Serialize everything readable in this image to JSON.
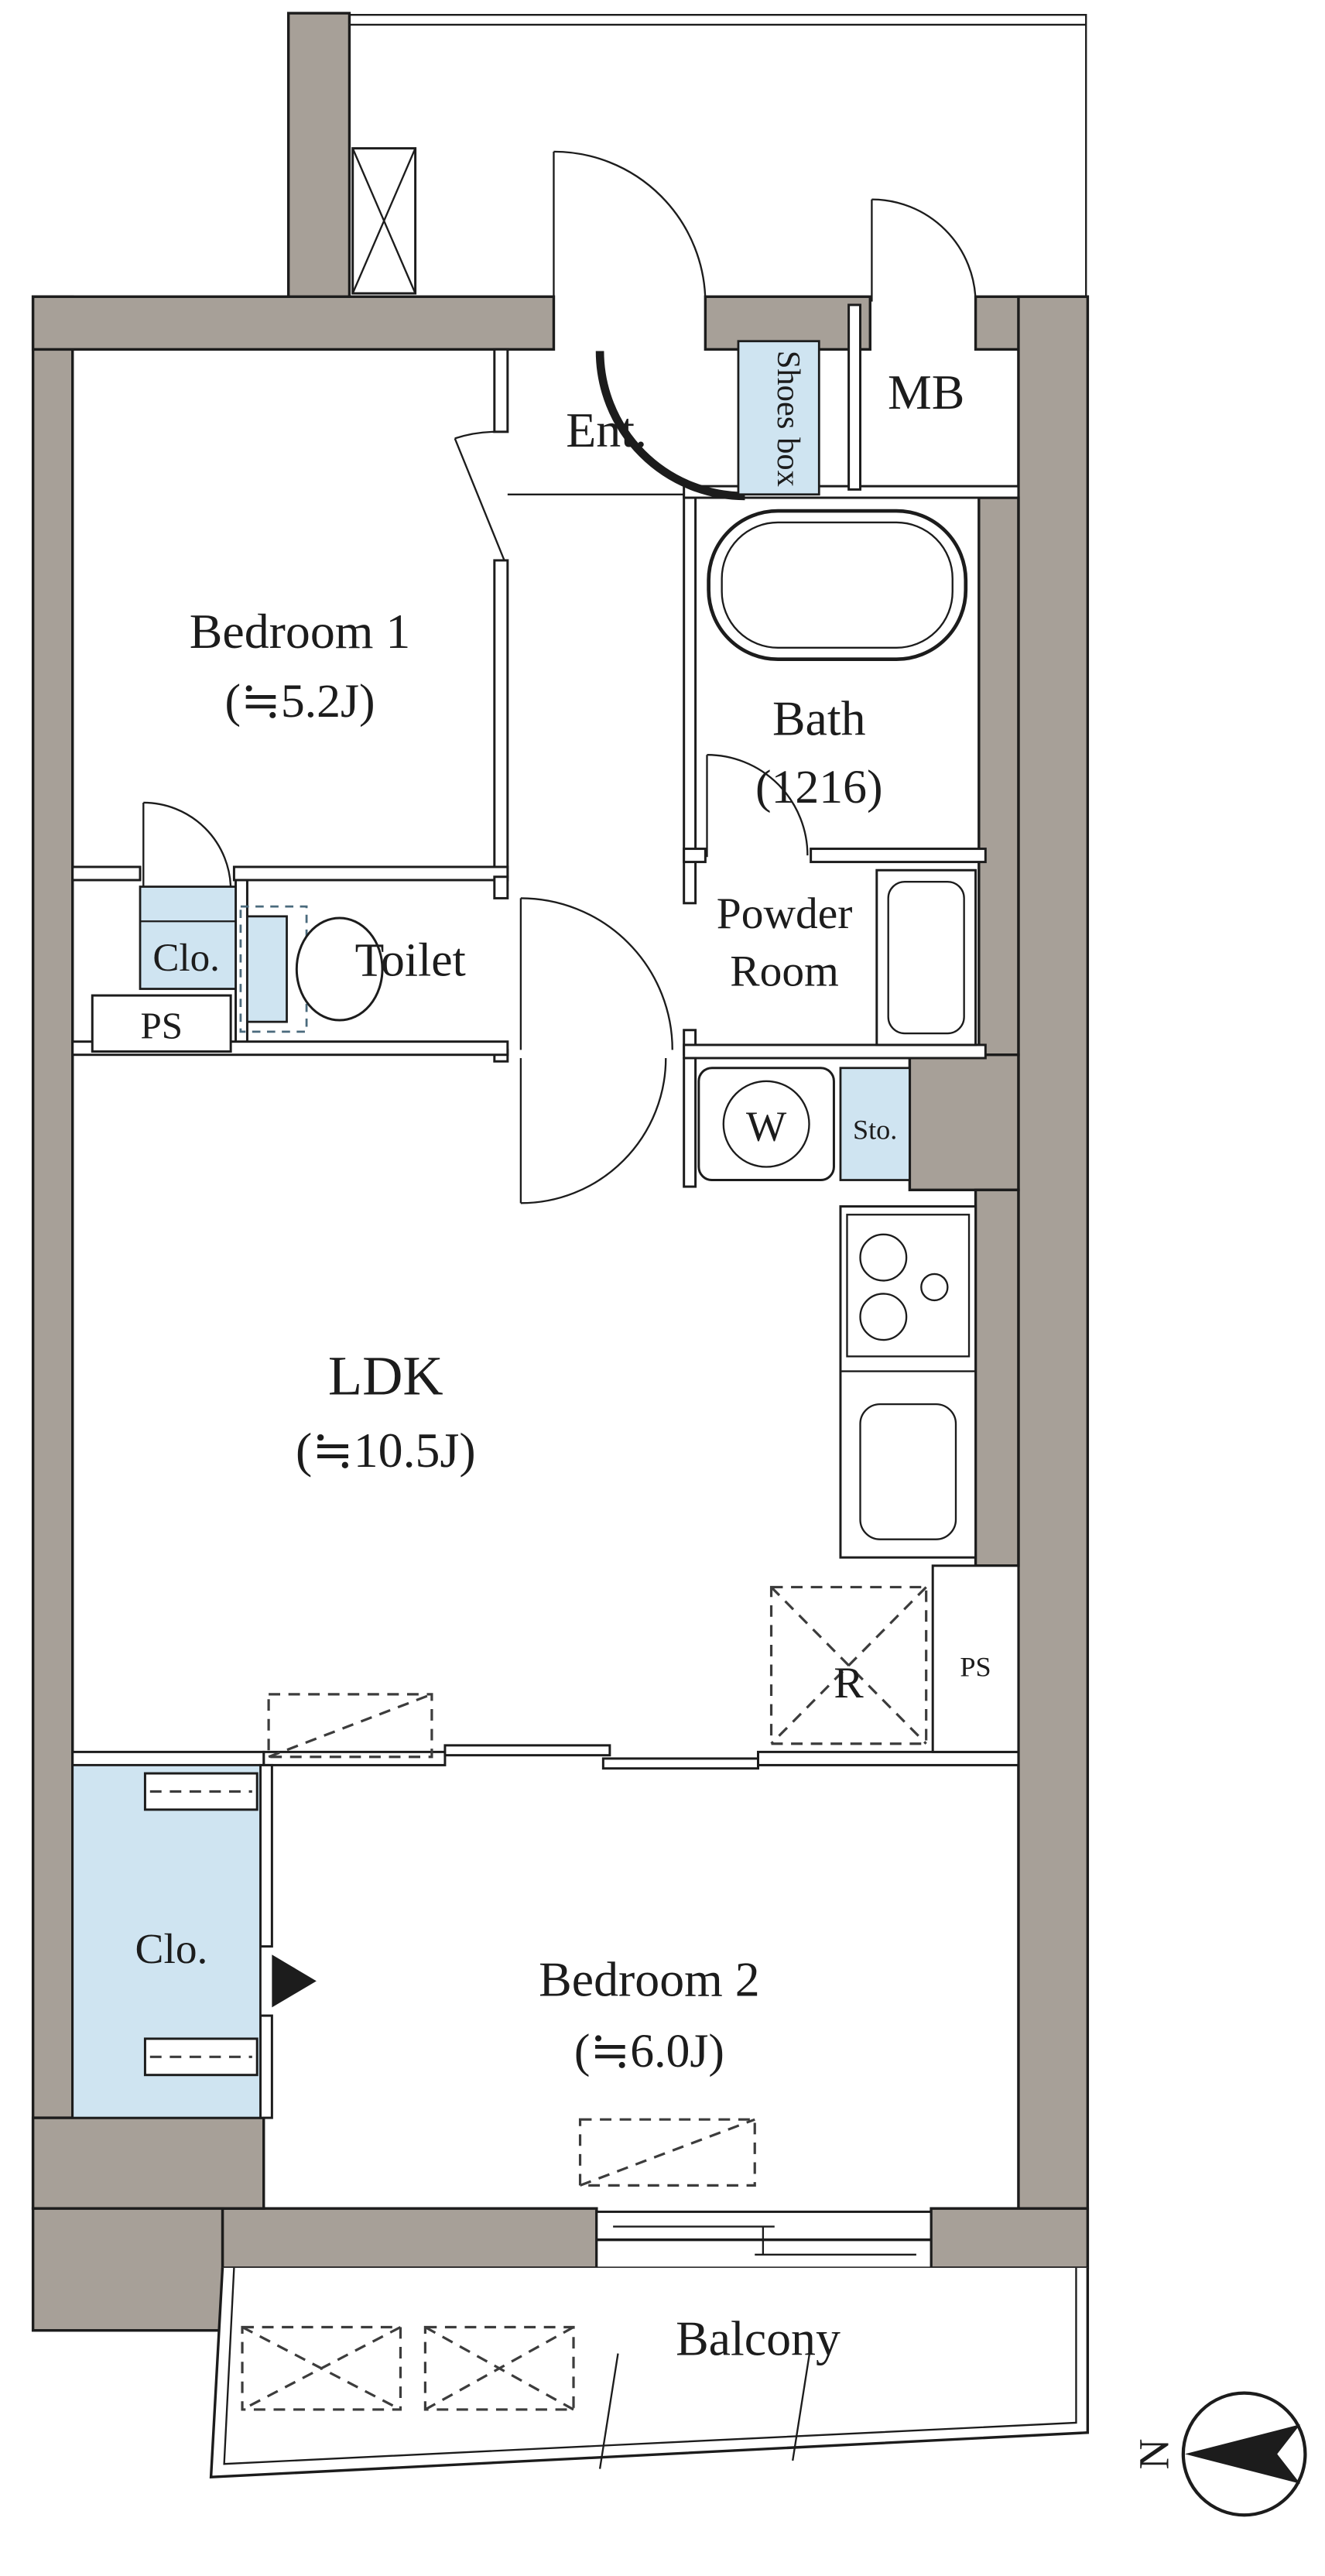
{
  "colors": {
    "wall": "#a7a098",
    "accent_blue": "#cfe4f1",
    "line": "#1c1c1c",
    "background": "#ffffff"
  },
  "labels": {
    "entrance": "Ent.",
    "meter_box": "MB",
    "shoes_box": "Shoes box",
    "bedroom1": "Bedroom 1",
    "bedroom1_size": "(≒5.2J)",
    "bath": "Bath",
    "bath_size": "(1216)",
    "closet1": "Clo.",
    "toilet": "Toilet",
    "pipe_space1": "PS",
    "powder_line1": "Powder",
    "powder_line2": "Room",
    "washer": "W",
    "storage": "Sto.",
    "ldk": "LDK",
    "ldk_size": "(≒10.5J)",
    "refrigerator": "R",
    "pipe_space2": "PS",
    "closet2": "Clo.",
    "bedroom2": "Bedroom 2",
    "bedroom2_size": "(≒6.0J)",
    "balcony": "Balcony",
    "compass_north": "N"
  }
}
